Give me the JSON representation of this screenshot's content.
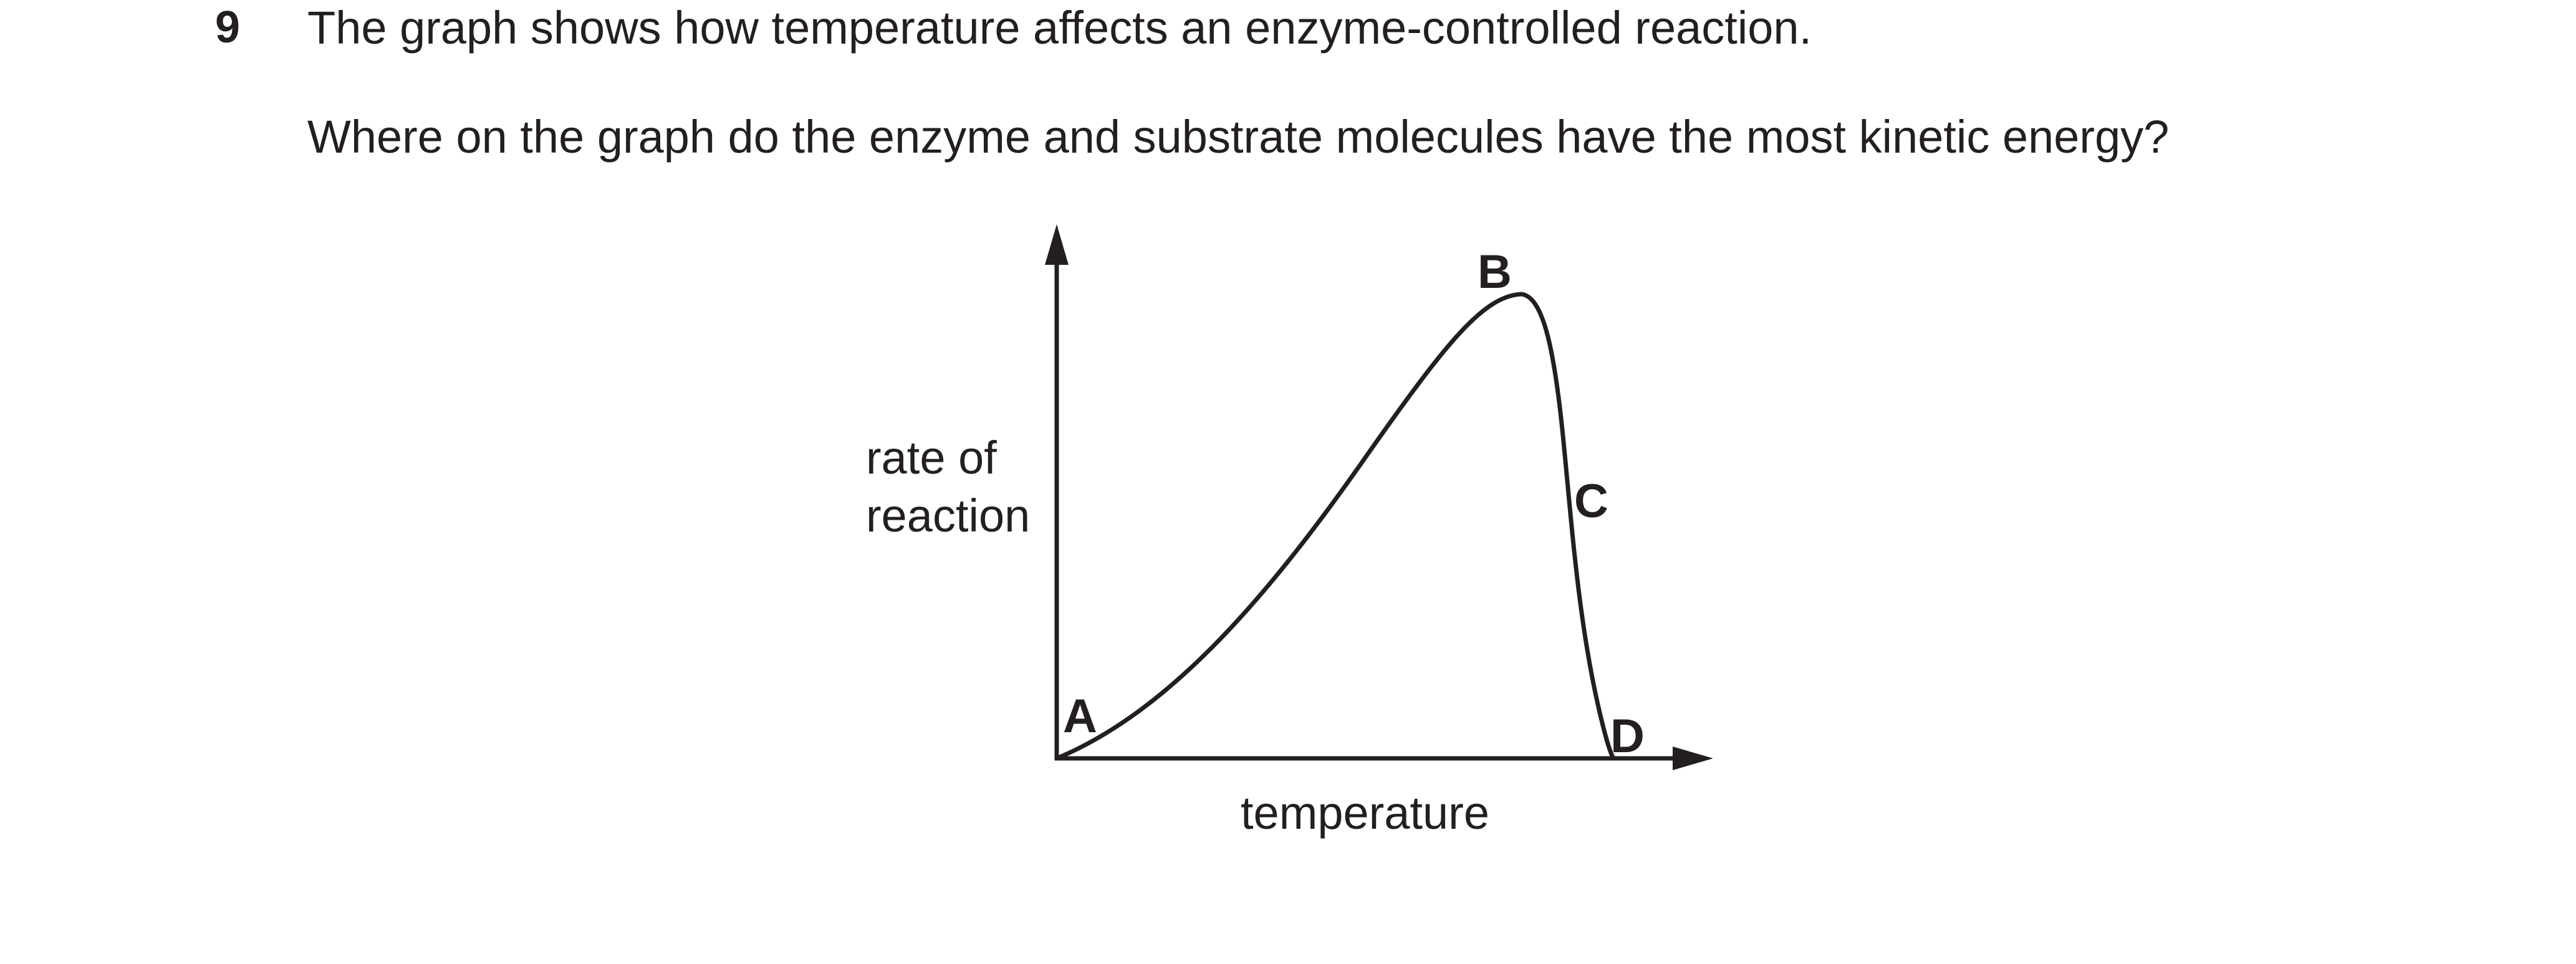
{
  "question": {
    "number": "9",
    "stem": "The graph shows how temperature affects an enzyme-controlled reaction.",
    "prompt": "Where on the graph do the enzyme and substrate molecules have the most kinetic energy?"
  },
  "graph": {
    "y_label_line1": "rate of",
    "y_label_line2": "reaction",
    "x_label": "temperature",
    "points": {
      "A": "A",
      "B": "B",
      "C": "C",
      "D": "D"
    }
  }
}
